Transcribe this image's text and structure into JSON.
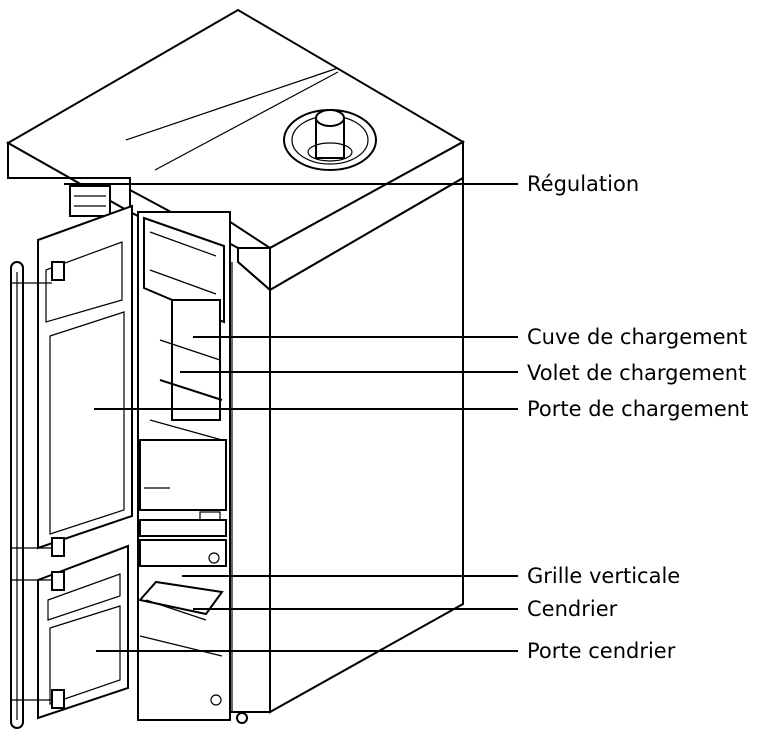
{
  "labels": {
    "regulation": "Régulation",
    "cuve": "Cuve de chargement",
    "volet": "Volet de chargement",
    "porte_chargement": "Porte de chargement",
    "grille": "Grille verticale",
    "cendrier": "Cendrier",
    "porte_cendrier": "Porte cendrier"
  }
}
